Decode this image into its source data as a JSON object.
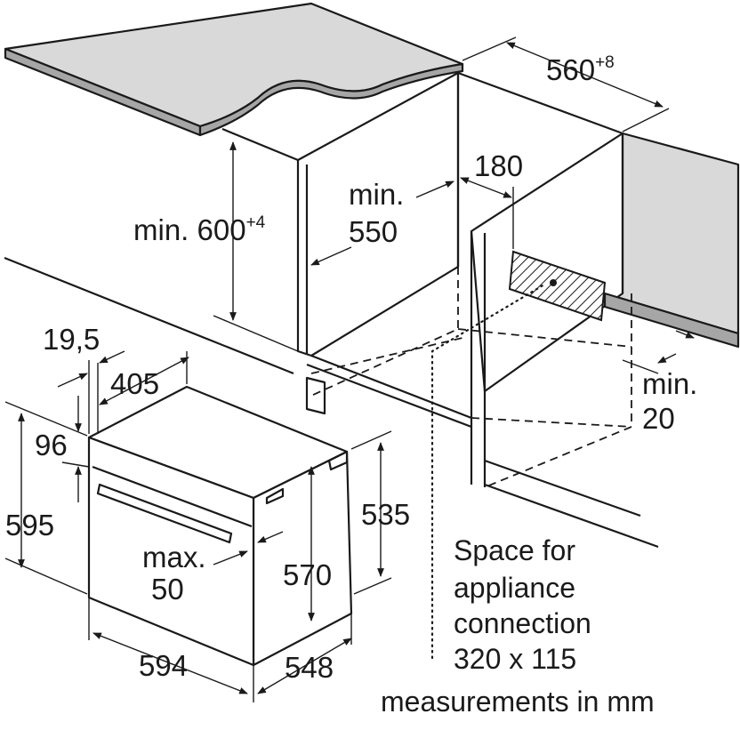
{
  "labels": {
    "width_niche_value": "560",
    "width_niche_tolerance": "+8",
    "height_min_prefix": "min. 600",
    "height_min_tolerance": "+4",
    "depth_min_line1": "min.",
    "depth_min_line2": "550",
    "socket_offset": "180",
    "vent_min_line1": "min.",
    "vent_min_line2": "20",
    "panel_offset": "19,5",
    "front_depth": "405",
    "top_gap": "96",
    "total_height": "595",
    "projection_line1": "max.",
    "projection_line2": "50",
    "body_height": "570",
    "cavity_height": "535",
    "total_width": "594",
    "total_depth": "548"
  },
  "notes": {
    "connection_line1": "Space for",
    "connection_line2": "appliance",
    "connection_line3": "connection",
    "connection_line4": "320 x 115",
    "units": "measurements in mm"
  }
}
